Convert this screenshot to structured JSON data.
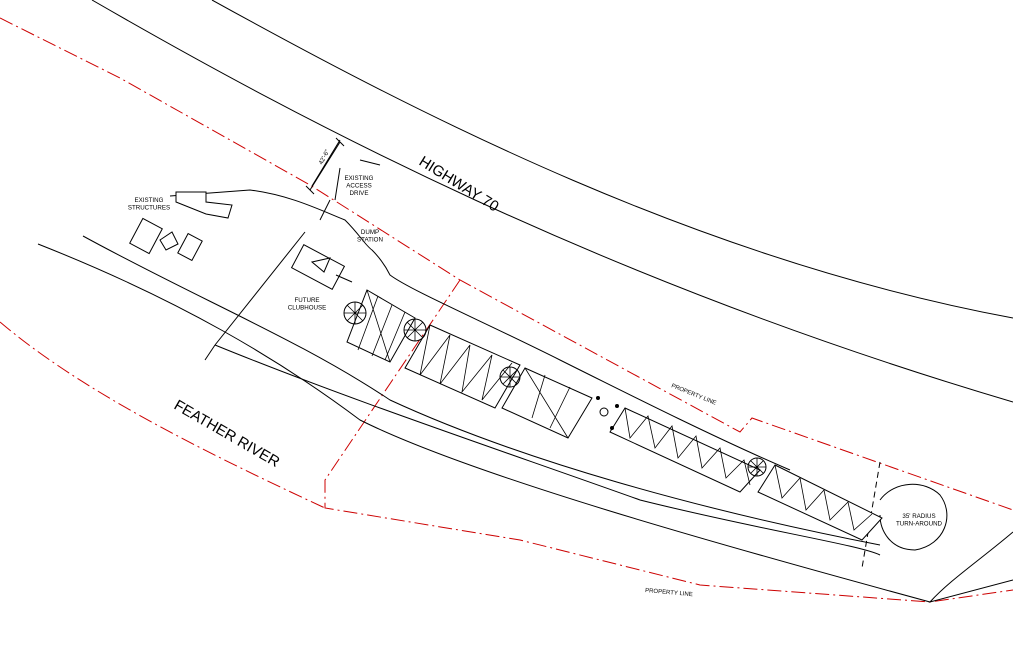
{
  "labels": {
    "highway": "HIGHWAY 70",
    "river": "FEATHER RIVER",
    "existing_structures": "EXISTING\nSTRUCTURES",
    "existing_access_drive": "EXISTING\nACCESS\nDRIVE",
    "dump_station": "DUMP\nSTATION",
    "future_clubhouse": "FUTURE\nCLUBHOUSE",
    "property_line_north": "PROPERTY LINE",
    "property_line_south": "PROPERTY LINE",
    "turnaround": "35' RADIUS\nTURN-AROUND",
    "dimension": "42'-6\""
  },
  "colors": {
    "linework": "#000000",
    "property_line": "#cc0000"
  }
}
